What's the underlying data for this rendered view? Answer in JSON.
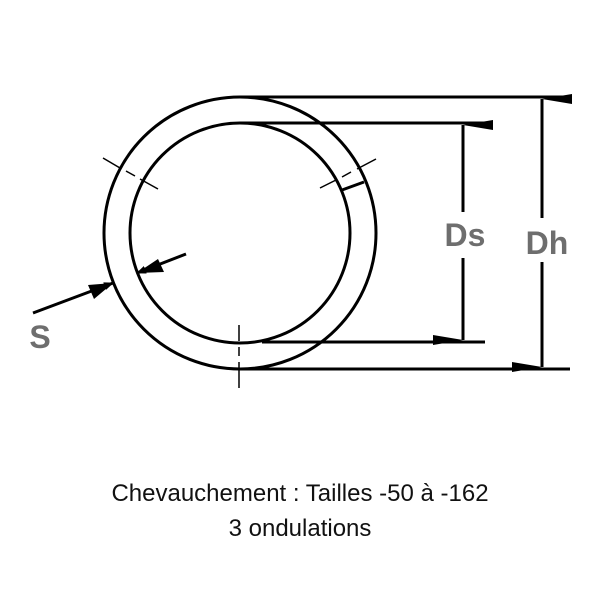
{
  "diagram": {
    "labels": {
      "ds": "Ds",
      "dh": "Dh",
      "s": "S"
    },
    "colors": {
      "line": "#000000",
      "label": "#6e6e6e",
      "caption": "#111111",
      "background": "#ffffff"
    }
  },
  "caption": {
    "line1": "Chevauchement : Tailles -50 à -162",
    "line2": "3 ondulations"
  }
}
